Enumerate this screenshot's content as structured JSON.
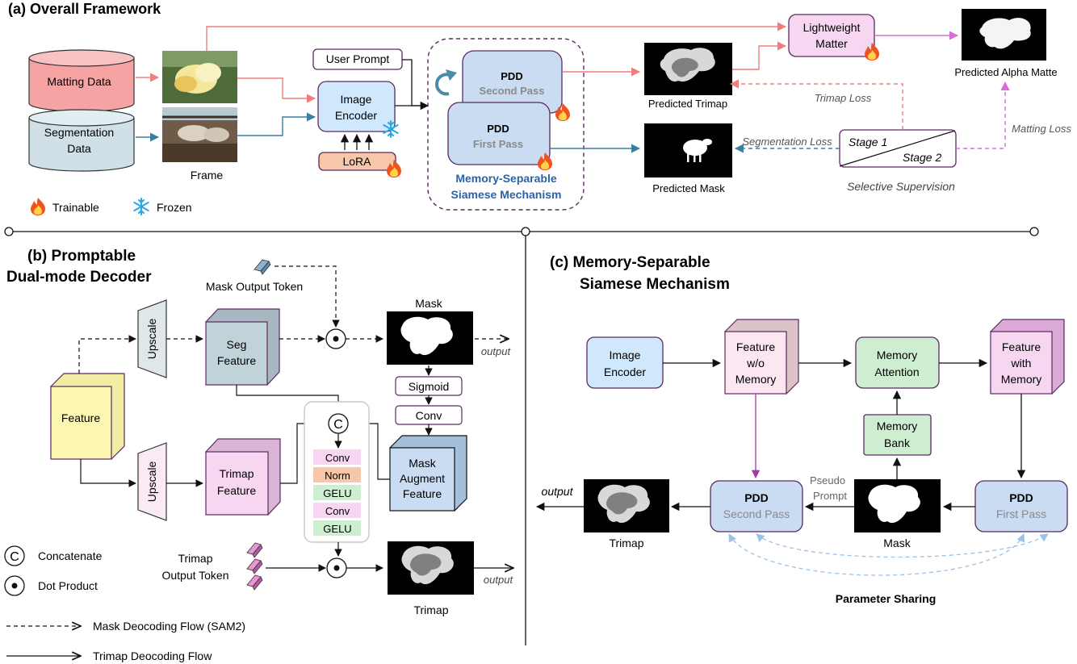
{
  "panel_a": {
    "title": "(a)  Overall Framework",
    "matting_data": "Matting Data",
    "segmentation_data_l1": "Segmentation",
    "segmentation_data_l2": "Data",
    "frame_label": "Frame",
    "user_prompt": "User Prompt",
    "image_encoder_l1": "Image",
    "image_encoder_l2": "Encoder",
    "lora": "LoRA",
    "pdd_title": "PDD",
    "second_pass": "Second Pass",
    "first_pass": "First Pass",
    "mssm_l1": "Memory-Separable",
    "mssm_l2": "Siamese Mechanism",
    "predicted_trimap": "Predicted Trimap",
    "predicted_mask": "Predicted Mask",
    "lightweight_l1": "Lightweight",
    "lightweight_l2": "Matter",
    "predicted_alpha": "Predicted Alpha Matte",
    "trimap_loss": "Trimap Loss",
    "segmentation_loss": "Segmentation Loss",
    "matting_loss": "Matting Loss",
    "stage1": "Stage 1",
    "stage2": "Stage 2",
    "selective_supervision": "Selective Supervision",
    "legend_trainable": "Trainable",
    "legend_frozen": "Frozen"
  },
  "panel_b": {
    "title_l1": "(b)  Promptable",
    "title_l2": "Dual-mode Decoder",
    "mask_output_token": "Mask Output Token",
    "upscale": "Upscale",
    "seg_feature_l1": "Seg",
    "seg_feature_l2": "Feature",
    "mask_label": "Mask",
    "output": "output",
    "sigmoid": "Sigmoid",
    "conv": "Conv",
    "feature": "Feature",
    "trimap_feature_l1": "Trimap",
    "trimap_feature_l2": "Feature",
    "mask_aug_l1": "Mask",
    "mask_aug_l2": "Augment",
    "mask_aug_l3": "Feature",
    "stack_conv1": "Conv",
    "stack_norm": "Norm",
    "stack_gelu1": "GELU",
    "stack_conv2": "Conv",
    "stack_gelu2": "GELU",
    "concat_symbol": "C",
    "trimap_token_l1": "Trimap",
    "trimap_token_l2": "Output Token",
    "trimap_label": "Trimap",
    "legend_concatenate": "Concatenate",
    "legend_dot": "Dot Product",
    "legend_mask_flow": "Mask Deocoding Flow (SAM2)",
    "legend_trimap_flow": "Trimap Deocoding Flow"
  },
  "panel_c": {
    "title_l1": "(c)  Memory-Separable",
    "title_l2": "Siamese Mechanism",
    "image_encoder_l1": "Image",
    "image_encoder_l2": "Encoder",
    "feat_wo_l1": "Feature",
    "feat_wo_l2": "w/o",
    "feat_wo_l3": "Memory",
    "mem_attn_l1": "Memory",
    "mem_attn_l2": "Attention",
    "feat_with_l1": "Feature",
    "feat_with_l2": "with",
    "feat_with_l3": "Memory",
    "mem_bank_l1": "Memory",
    "mem_bank_l2": "Bank",
    "pdd": "PDD",
    "second_pass": "Second Pass",
    "first_pass": "First Pass",
    "pseudo_l1": "Pseudo",
    "pseudo_l2": "Prompt",
    "output": "output",
    "trimap_label": "Trimap",
    "mask_label": "Mask",
    "parameter_sharing": "Parameter Sharing"
  },
  "colors": {
    "matting_pink": "#f5a3a3",
    "seg_blue": "#cfe0e6",
    "pdd_blue": "#c9dcf2",
    "encoder_blue": "#cfe8fb",
    "lora_orange": "#f6c7a8",
    "trimap_arrow": "#ef7d7d",
    "seg_arrow": "#3a7ea1",
    "matting_arrow": "#d96bd6",
    "mssm_text": "#2a62a8",
    "green_box": "#cdeed0",
    "pink_box": "#f6d6f1",
    "yellow_box": "#fbf6b0"
  }
}
